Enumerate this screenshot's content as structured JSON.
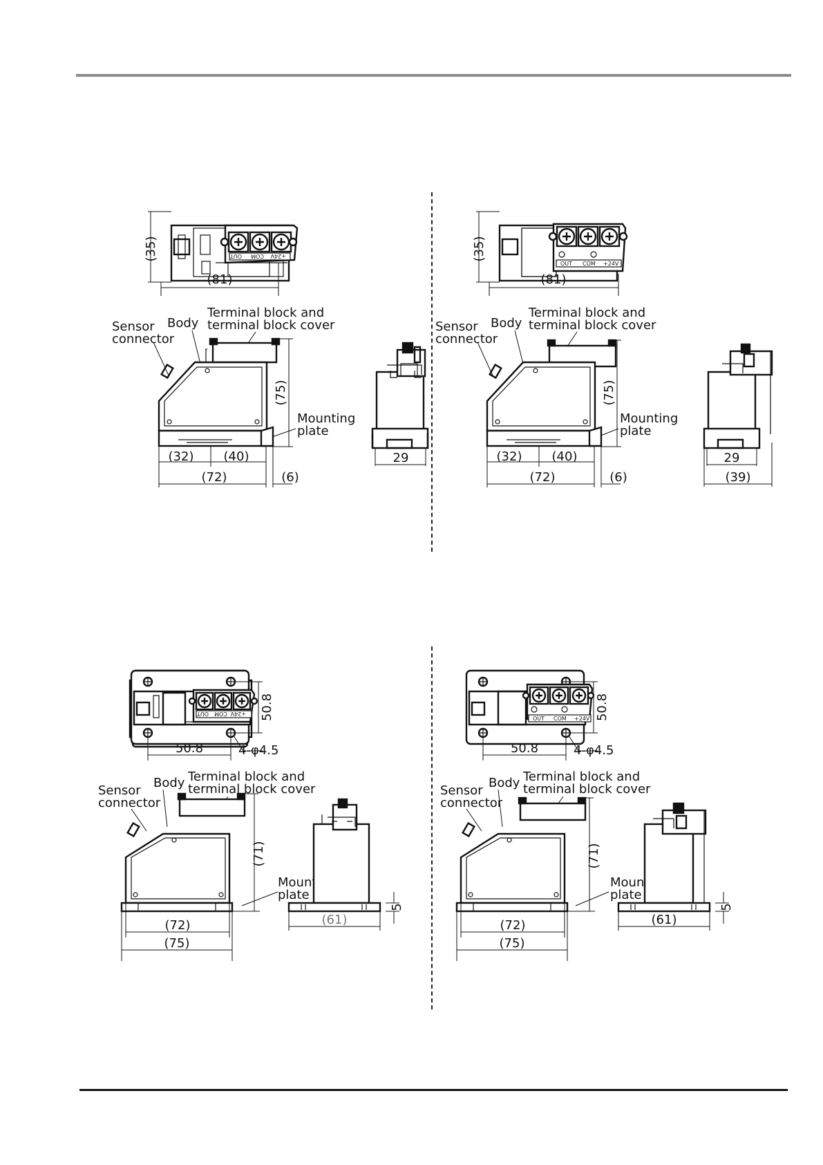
{
  "quadrants": [
    {
      "id": "q1",
      "top_dims": {
        "height": "(35)",
        "width": "(81)"
      },
      "terminal_text": [
        "OUT",
        "COM",
        "+24V"
      ],
      "labels": {
        "sensor_1": "Sensor",
        "sensor_2": "connector",
        "body": "Body",
        "tb_1": "Terminal block and",
        "tb_2": "terminal block cover",
        "mp_1": "Mounting",
        "mp_2": "plate"
      },
      "front_dims": {
        "height": "(75)",
        "left": "(32)",
        "right": "(40)",
        "total": "(72)",
        "extra": "(6)"
      },
      "side_dims": {
        "depth": "29"
      }
    },
    {
      "id": "q2",
      "top_dims": {
        "height": "(35)",
        "width": "(81)"
      },
      "terminal_text": [
        "OUT",
        "COM",
        "+24V"
      ],
      "labels": {
        "sensor_1": "Sensor",
        "sensor_2": "connector",
        "body": "Body",
        "tb_1": "Terminal block and",
        "tb_2": "terminal block cover",
        "mp_1": "Mounting",
        "mp_2": "plate"
      },
      "front_dims": {
        "height": "(75)",
        "left": "(32)",
        "right": "(40)",
        "total": "(72)",
        "extra": "(6)"
      },
      "side_dims": {
        "depth": "29",
        "total": "(39)"
      }
    },
    {
      "id": "q3",
      "top_dims": {
        "height": "50.8",
        "width": "50.8",
        "holes": "4-φ4.5"
      },
      "terminal_text": [
        "OUT",
        "COM",
        "+24V"
      ],
      "labels": {
        "sensor_1": "Sensor",
        "sensor_2": "connector",
        "body": "Body",
        "tb_1": "Terminal block and",
        "tb_2": "terminal block cover",
        "mp_1": "Mounting",
        "mp_2": "plate"
      },
      "front_dims": {
        "height": "(71)",
        "inner": "(72)",
        "total": "(75)"
      },
      "side_dims": {
        "plate": "5",
        "width": "(61)"
      }
    },
    {
      "id": "q4",
      "top_dims": {
        "height": "50.8",
        "width": "50.8",
        "holes": "4-φ4.5"
      },
      "terminal_text": [
        "OUT",
        "COM",
        "+24V"
      ],
      "labels": {
        "sensor_1": "Sensor",
        "sensor_2": "connector",
        "body": "Body",
        "tb_1": "Terminal block and",
        "tb_2": "terminal block cover",
        "mp_1": "Mounting",
        "mp_2": "plate"
      },
      "front_dims": {
        "height": "(71)",
        "inner": "(72)",
        "total": "(75)"
      },
      "side_dims": {
        "plate": "5",
        "width": "(61)"
      }
    }
  ]
}
